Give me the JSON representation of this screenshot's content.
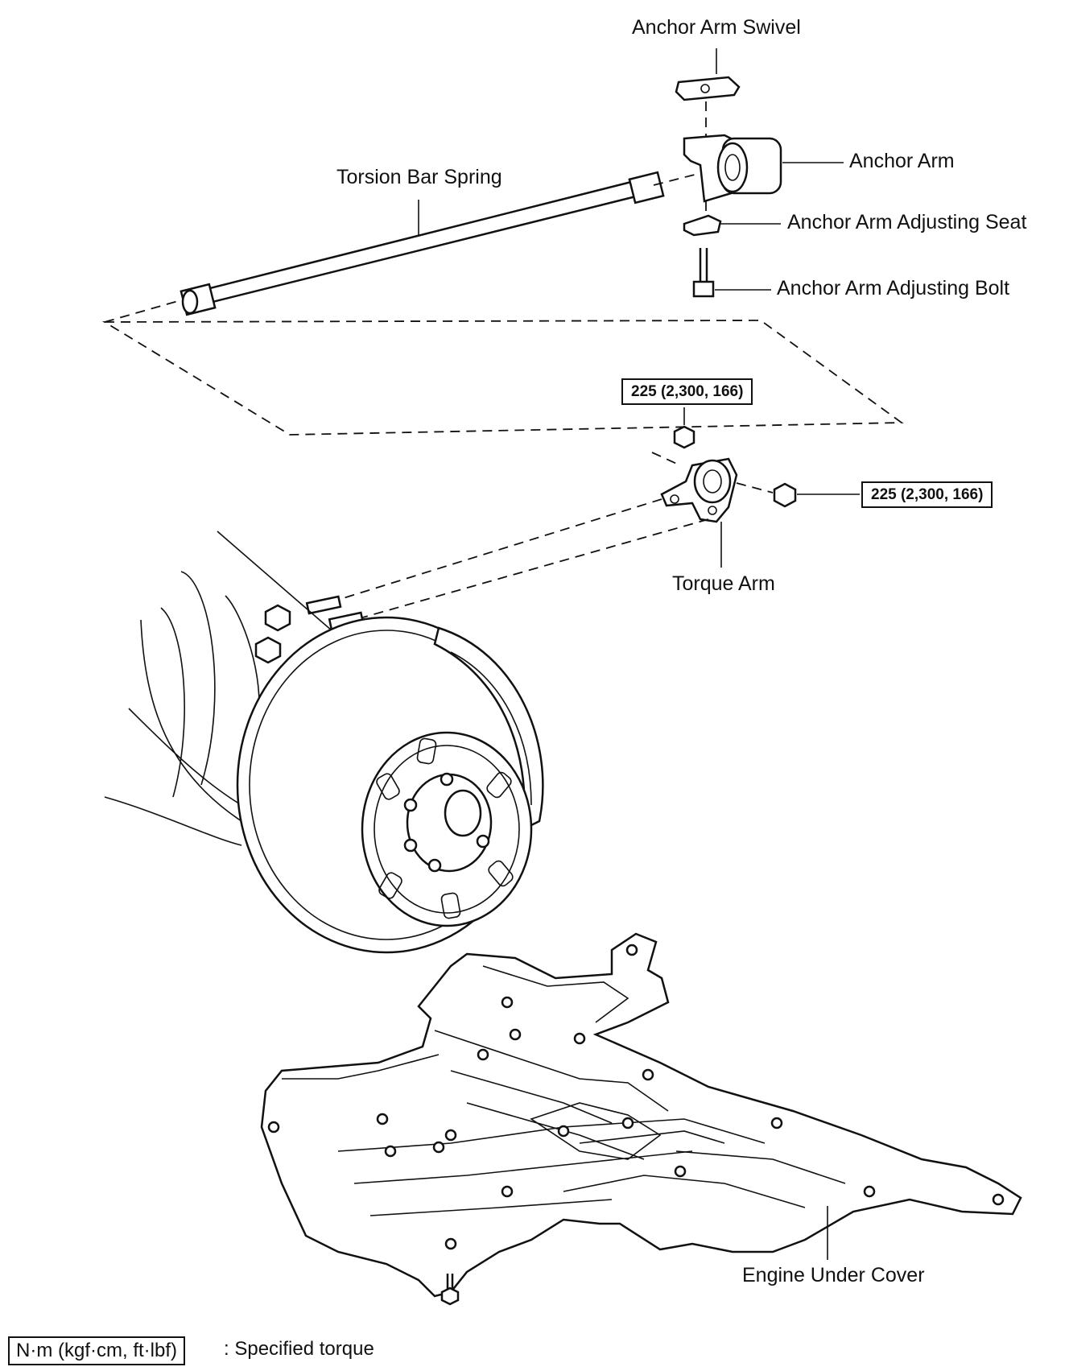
{
  "labels": {
    "anchor_arm_swivel": "Anchor Arm Swivel",
    "anchor_arm": "Anchor Arm",
    "anchor_arm_adjusting_seat": "Anchor Arm Adjusting Seat",
    "anchor_arm_adjusting_bolt": "Anchor Arm Adjusting Bolt",
    "torsion_bar_spring": "Torsion Bar Spring",
    "torque_arm": "Torque Arm",
    "engine_under_cover": "Engine Under Cover"
  },
  "torque_specs": {
    "upper_nut": "225 (2,300, 166)",
    "side_nut": "225 (2,300, 166)"
  },
  "legend": {
    "unit_box": "N·m (kgf·cm, ft·lbf)",
    "description": ": Specified torque"
  }
}
